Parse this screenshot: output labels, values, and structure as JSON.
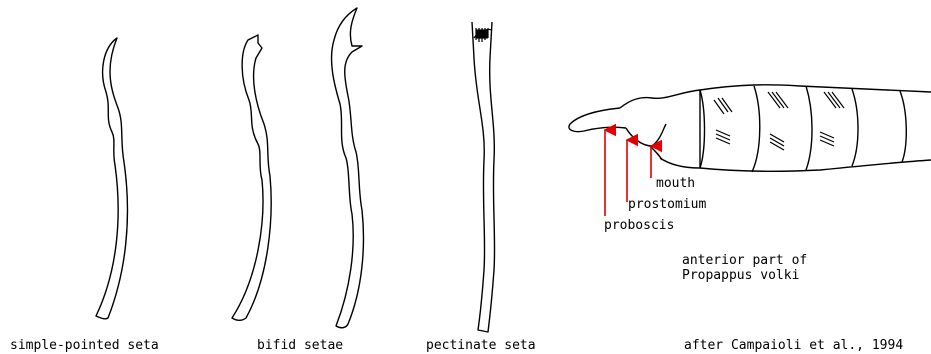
{
  "captions": {
    "simple": "simple-pointed seta",
    "bifid": "bifid setae",
    "pectinate": "pectinate seta",
    "credit": "after Campaioli et al., 1994"
  },
  "labels": {
    "mouth": "mouth",
    "prostomium": "prostomium",
    "proboscis": "proboscis"
  },
  "worm_caption": {
    "line1": "anterior part of",
    "line2": "Propappus volki"
  },
  "colors": {
    "line": "#000000",
    "arrow": "#e00000"
  }
}
